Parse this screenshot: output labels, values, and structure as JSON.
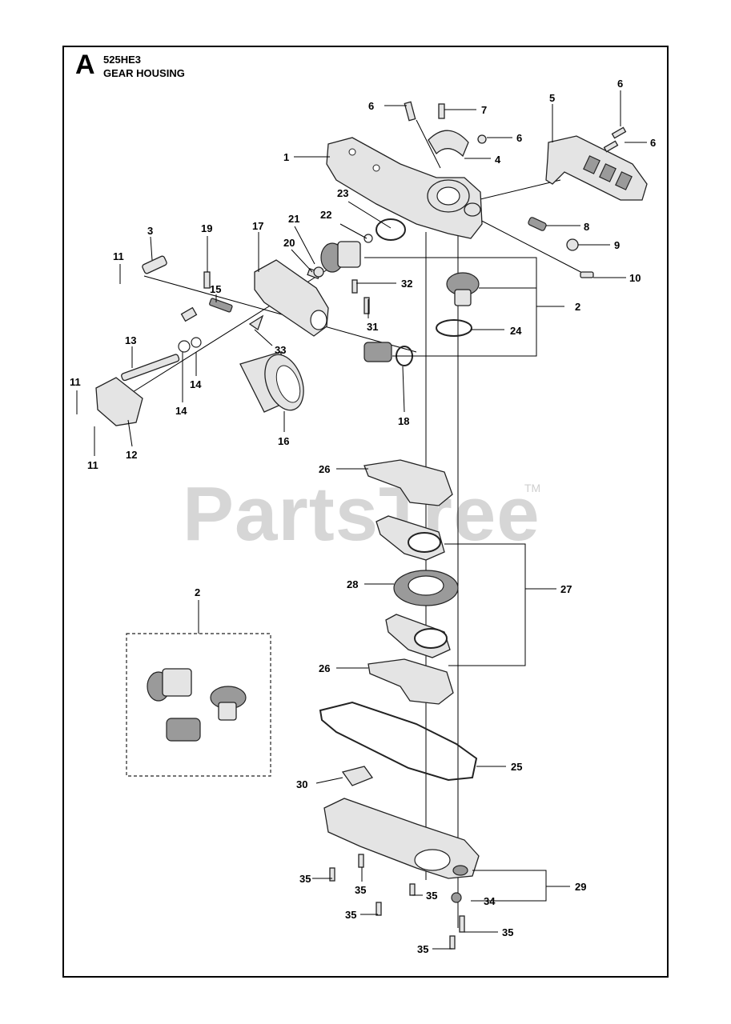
{
  "header": {
    "section_letter": "A",
    "model_code": "525HE3",
    "assembly_title": "GEAR HOUSING"
  },
  "watermark": {
    "brand": "PartsTree",
    "trademark": "TM"
  },
  "callouts": {
    "c1": "1",
    "c2a": "2",
    "c2b": "2",
    "c3": "3",
    "c4": "4",
    "c5": "5",
    "c6a": "6",
    "c6b": "6",
    "c6c": "6",
    "c6d": "6",
    "c7": "7",
    "c8": "8",
    "c9": "9",
    "c10": "10",
    "c11a": "11",
    "c11b": "11",
    "c11c": "11",
    "c12": "12",
    "c13": "13",
    "c14a": "14",
    "c14b": "14",
    "c15": "15",
    "c16": "16",
    "c17": "17",
    "c18": "18",
    "c19": "19",
    "c20": "20",
    "c21": "21",
    "c22": "22",
    "c23": "23",
    "c24": "24",
    "c25": "25",
    "c26a": "26",
    "c26b": "26",
    "c27": "27",
    "c28": "28",
    "c29": "29",
    "c30": "30",
    "c31": "31",
    "c32": "32",
    "c33": "33",
    "c34": "34",
    "c35a": "35",
    "c35b": "35",
    "c35c": "35",
    "c35d": "35",
    "c35e": "35",
    "c35f": "35"
  }
}
